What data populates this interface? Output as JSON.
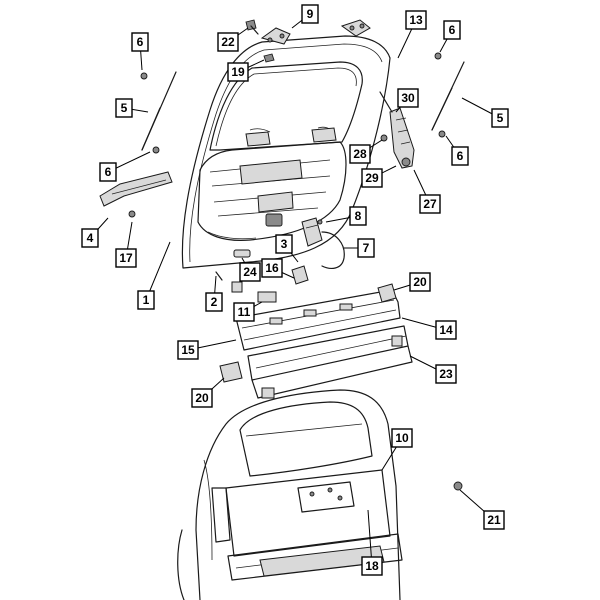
{
  "diagram": {
    "callouts": [
      {
        "id": "c1",
        "label": "1"
      },
      {
        "id": "c2",
        "label": "2"
      },
      {
        "id": "c3",
        "label": "3"
      },
      {
        "id": "c4",
        "label": "4"
      },
      {
        "id": "c5a",
        "label": "5"
      },
      {
        "id": "c5b",
        "label": "5"
      },
      {
        "id": "c6a",
        "label": "6"
      },
      {
        "id": "c6b",
        "label": "6"
      },
      {
        "id": "c6c",
        "label": "6"
      },
      {
        "id": "c6d",
        "label": "6"
      },
      {
        "id": "c7",
        "label": "7"
      },
      {
        "id": "c8",
        "label": "8"
      },
      {
        "id": "c9",
        "label": "9"
      },
      {
        "id": "c10",
        "label": "10"
      },
      {
        "id": "c11",
        "label": "11"
      },
      {
        "id": "c13",
        "label": "13"
      },
      {
        "id": "c14",
        "label": "14"
      },
      {
        "id": "c15",
        "label": "15"
      },
      {
        "id": "c16",
        "label": "16"
      },
      {
        "id": "c17",
        "label": "17"
      },
      {
        "id": "c18",
        "label": "18"
      },
      {
        "id": "c19",
        "label": "19"
      },
      {
        "id": "c20a",
        "label": "20"
      },
      {
        "id": "c20b",
        "label": "20"
      },
      {
        "id": "c21",
        "label": "21"
      },
      {
        "id": "c22",
        "label": "22"
      },
      {
        "id": "c23",
        "label": "23"
      },
      {
        "id": "c24",
        "label": "24"
      },
      {
        "id": "c27",
        "label": "27"
      },
      {
        "id": "c28",
        "label": "28"
      },
      {
        "id": "c29",
        "label": "29"
      },
      {
        "id": "c30",
        "label": "30"
      }
    ]
  }
}
